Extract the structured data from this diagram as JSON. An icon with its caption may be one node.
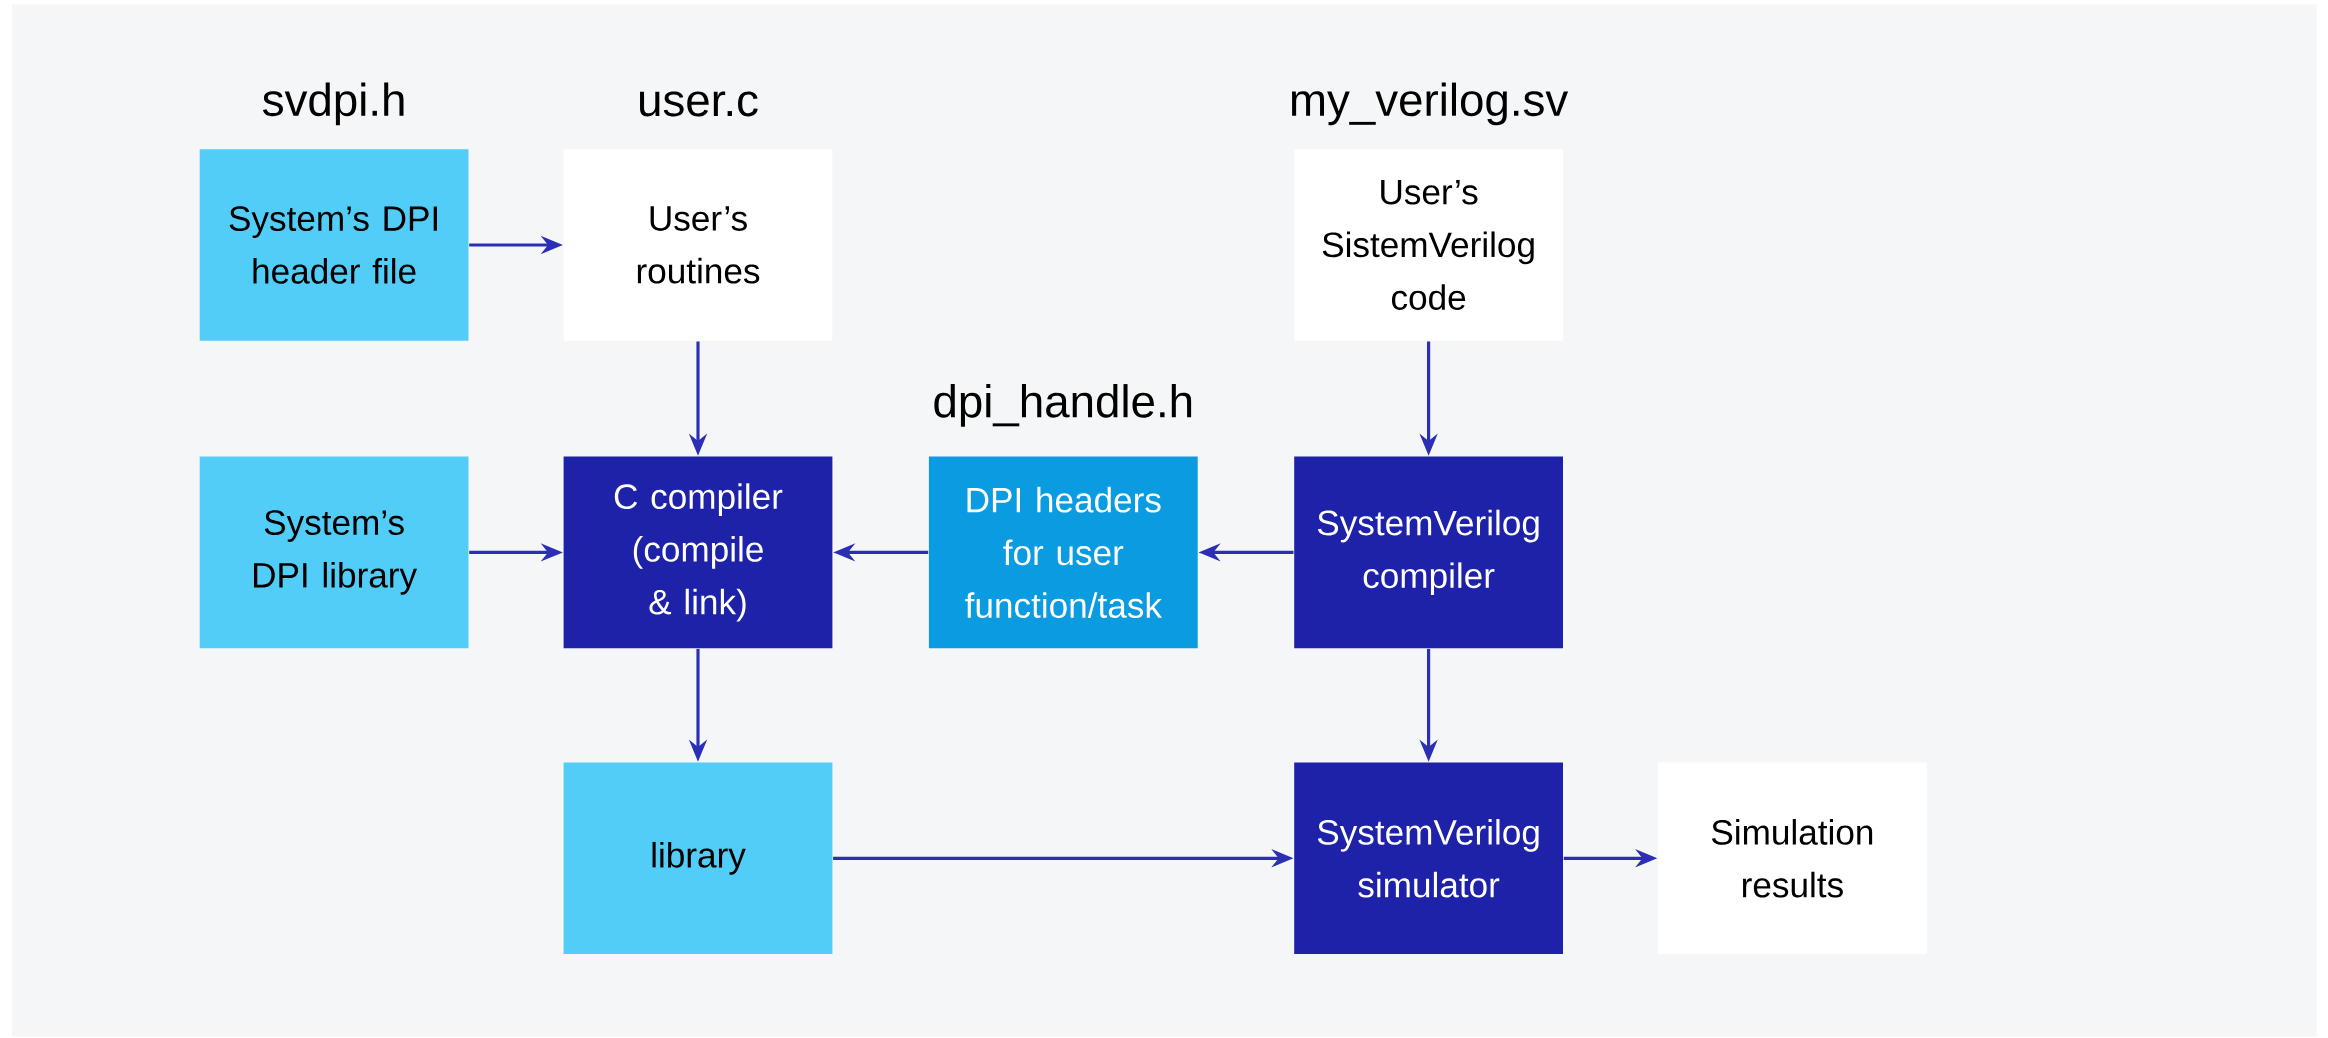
{
  "diagram": {
    "nodes": [
      {
        "text": [
          "svdpi.h",
          "System’s DPI header file"
        ]
      },
      {
        "text": [
          "user.c",
          "User’s routines"
        ]
      },
      {
        "text": [
          "my_verilog.sv",
          "User’s SistemVerilog code"
        ]
      },
      {
        "text": [
          "System’s DPI library"
        ]
      },
      {
        "text": [
          "C compiler (compile & link)"
        ]
      },
      {
        "text": [
          "dpi_handle.h",
          "DPI headers for user function/task"
        ]
      },
      {
        "text": [
          "SystemVerilog compiler"
        ]
      },
      {
        "text": [
          "library"
        ]
      },
      {
        "text": [
          "SystemVerilog simulator"
        ]
      },
      {
        "text": [
          "Simulation results"
        ]
      }
    ],
    "edges": [
      {
        "from": 0,
        "to": 1,
        "arrow": "to"
      },
      {
        "from": 1,
        "to": 4,
        "arrow": "to"
      },
      {
        "from": 3,
        "to": 4,
        "arrow": "to"
      },
      {
        "from": 5,
        "to": 4,
        "arrow": "to"
      },
      {
        "from": 6,
        "to": 5,
        "arrow": "to"
      },
      {
        "from": 2,
        "to": 6,
        "arrow": "to"
      },
      {
        "from": 4,
        "to": 7,
        "arrow": "to"
      },
      {
        "from": 6,
        "to": 8,
        "arrow": "to"
      },
      {
        "from": 7,
        "to": 8,
        "arrow": "to"
      },
      {
        "from": 8,
        "to": 9,
        "arrow": "to"
      }
    ]
  }
}
